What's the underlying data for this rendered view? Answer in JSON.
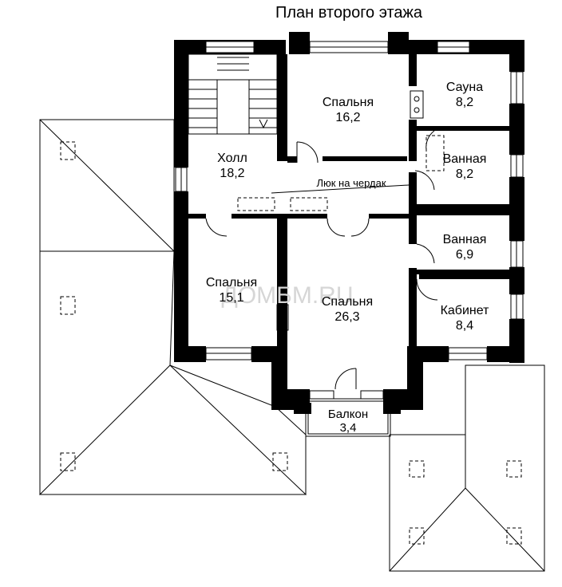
{
  "title": "План второго этажа",
  "watermark": "ДОМБМ.RU",
  "rooms": {
    "hall": {
      "name": "Холл",
      "area": "18,2"
    },
    "bedroom_top": {
      "name": "Спальня",
      "area": "16,2"
    },
    "sauna": {
      "name": "Сауна",
      "area": "8,2"
    },
    "bath1": {
      "name": "Ванная",
      "area": "8,2"
    },
    "bath2": {
      "name": "Ванная",
      "area": "6,9"
    },
    "bedroom_left": {
      "name": "Спальня",
      "area": "15,1"
    },
    "bedroom_main": {
      "name": "Спальня",
      "area": "26,3"
    },
    "office": {
      "name": "Кабинет",
      "area": "8,4"
    },
    "balcony": {
      "name": "Балкон",
      "area": "3,4"
    }
  },
  "attic_hatch_label": "Люк на чердак",
  "colors": {
    "wall": "#000000",
    "background": "#ffffff",
    "watermark": "#d6d6d6"
  }
}
